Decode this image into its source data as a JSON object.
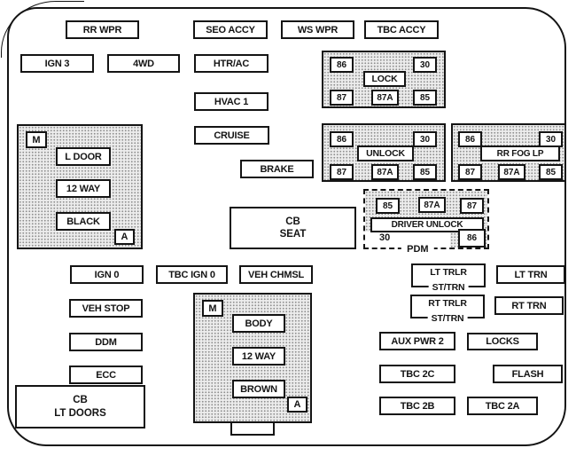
{
  "panel_colors": {
    "line": "#141414",
    "stipple_background": "#ececec",
    "stipple_dot": "#8f8f8f"
  },
  "fuses": {
    "rr_wpr": "RR WPR",
    "seo_accy": "SEO ACCY",
    "ws_wpr": "WS WPR",
    "tbc_accy": "TBC ACCY",
    "ign_3": "IGN 3",
    "four_wd": "4WD",
    "htr_ac": "HTR/AC",
    "hvac_1": "HVAC 1",
    "cruise": "CRUISE",
    "brake": "BRAKE",
    "ign_0": "IGN 0",
    "tbc_ign_0": "TBC IGN 0",
    "veh_chmsl": "VEH CHMSL",
    "veh_stop": "VEH STOP",
    "ddm": "DDM",
    "ecc": "ECC",
    "aux_pwr_2": "AUX PWR 2",
    "locks": "LOCKS",
    "tbc_2c": "TBC 2C",
    "flash": "FLASH",
    "tbc_2b": "TBC 2B",
    "tbc_2a": "TBC 2A",
    "lt_trn": "LT TRN",
    "rt_trn": "RT TRN"
  },
  "trailer_fuses": {
    "lt_trlr": {
      "line1": "LT TRLR",
      "line2": "ST/TRN"
    },
    "rt_trlr": {
      "line1": "RT TRLR",
      "line2": "ST/TRN"
    }
  },
  "circuit_breakers": {
    "seat": {
      "line1": "CB",
      "line2": "SEAT"
    },
    "lt_doors": {
      "line1": "CB",
      "line2": "LT DOORS"
    }
  },
  "relays": {
    "lock": {
      "name": "LOCK",
      "t_86": "86",
      "t_30": "30",
      "t_87": "87",
      "t_87a": "87A",
      "t_85": "85"
    },
    "unlock": {
      "name": "UNLOCK",
      "t_86": "86",
      "t_30": "30",
      "t_87": "87",
      "t_87a": "87A",
      "t_85": "85"
    },
    "rr_fog_lp": {
      "name": "RR FOG LP",
      "t_86": "86",
      "t_30": "30",
      "t_87": "87",
      "t_87a": "87A",
      "t_85": "85"
    },
    "pdm": {
      "name": "PDM",
      "relay_label": "DRIVER UNLOCK",
      "t_85": "85",
      "t_87a": "87A",
      "t_87": "87",
      "t_30": "30",
      "t_86": "86"
    }
  },
  "connectors": {
    "left_door": {
      "m": "M",
      "a": "A",
      "labels": [
        "L DOOR",
        "12 WAY",
        "BLACK"
      ]
    },
    "body": {
      "m": "M",
      "a": "A",
      "labels": [
        "BODY",
        "12 WAY",
        "BROWN"
      ]
    }
  }
}
